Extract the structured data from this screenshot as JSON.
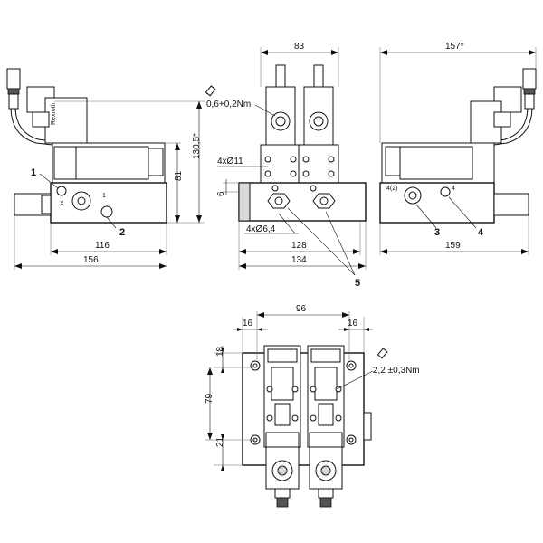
{
  "front_view": {
    "dim_height_total": "130,5*",
    "dim_height_body": "81",
    "dim_width_base": "116",
    "dim_width_total": "156",
    "callout_1": "1",
    "callout_2": "2",
    "port_label_x": "X",
    "port_label_1": "1",
    "brand_text": "Rexroth"
  },
  "side_view": {
    "dim_width_top": "83",
    "torque_small": "0,6+0,2Nm",
    "dim_hole_large": "4xØ11",
    "dim_hole_small": "4xØ6,4",
    "dim_thickness": "6",
    "dim_width_base": "128",
    "dim_width_total": "134",
    "callout_5": "5"
  },
  "rear_view": {
    "dim_width_top": "157*",
    "dim_width_total": "159",
    "callout_3": "3",
    "callout_4": "4"
  },
  "top_view": {
    "dim_width_holes": "96",
    "dim_left_offset": "16",
    "dim_right_offset": "16",
    "dim_v_top": "18",
    "dim_v_mid": "79",
    "dim_v_bottom": "21",
    "torque_large": "2,2 ±0,3Nm"
  }
}
